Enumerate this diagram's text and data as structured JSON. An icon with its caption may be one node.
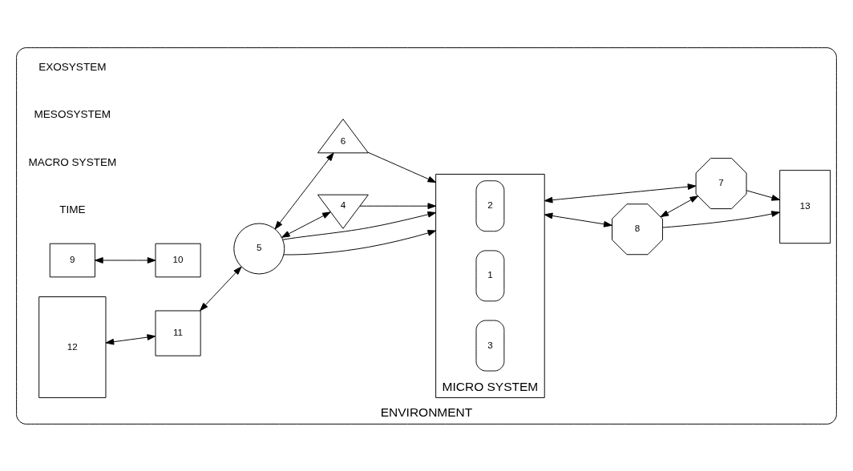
{
  "diagram": {
    "nodes": [
      {
        "text": [
          "ENVIRONMENT"
        ]
      },
      {
        "text": [
          "MICRO SYSTEM"
        ],
        "in": 0
      },
      {
        "text": [
          "2"
        ],
        "in": 1
      },
      {
        "text": [
          "1"
        ],
        "in": 1
      },
      {
        "text": [
          "3"
        ],
        "in": 1
      },
      {
        "text": [
          "4"
        ],
        "in": 0
      },
      {
        "text": [
          "5"
        ],
        "in": 0
      },
      {
        "text": [
          "6"
        ],
        "in": 0
      },
      {
        "text": [
          "8"
        ],
        "in": 0
      },
      {
        "text": [
          "7"
        ],
        "in": 0
      },
      {
        "text": [
          "9"
        ],
        "in": 0
      },
      {
        "text": [
          "10"
        ],
        "in": 0
      },
      {
        "text": [
          "11"
        ],
        "in": 0
      },
      {
        "text": [
          "12"
        ],
        "in": 0
      },
      {
        "text": [
          "13"
        ],
        "in": 0
      }
    ],
    "edges": [
      {
        "from": 13,
        "to": 12,
        "arrow": "both"
      },
      {
        "from": 12,
        "to": 6,
        "arrow": "both"
      },
      {
        "from": 6,
        "to": 5,
        "arrow": "both"
      },
      {
        "from": 6,
        "to": 7,
        "arrow": "both"
      },
      {
        "from": 5,
        "to": 1,
        "arrow": "to"
      },
      {
        "from": 6,
        "to": 1,
        "arrow": "to"
      },
      {
        "from": 7,
        "to": 1,
        "arrow": "to"
      },
      {
        "from": 6,
        "to": 1,
        "arrow": "to"
      },
      {
        "from": 1,
        "to": 8,
        "arrow": "both"
      },
      {
        "from": 1,
        "to": 9,
        "arrow": "both"
      },
      {
        "from": 8,
        "to": 9,
        "arrow": "both"
      },
      {
        "from": 8,
        "to": 14,
        "arrow": "to"
      },
      {
        "from": 9,
        "to": 14,
        "arrow": "to"
      },
      {
        "from": 10,
        "to": 11,
        "arrow": "both"
      }
    ],
    "labels": [
      "EXOSYSTEM",
      "MESOSYSTEM",
      "MACRO SYSTEM",
      "TIME"
    ]
  }
}
